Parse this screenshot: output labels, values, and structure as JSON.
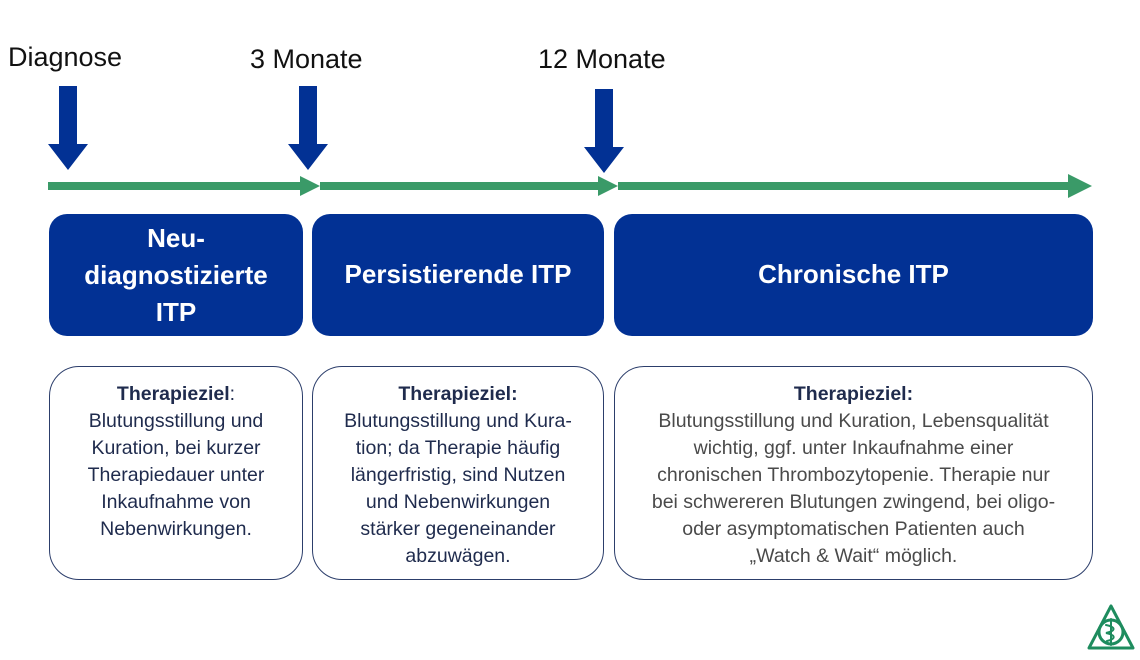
{
  "colors": {
    "phase_fill": "#023194",
    "arrow_fill": "#023194",
    "timeline": "#3a9a68",
    "logo": "#1e8c5e"
  },
  "milestones": [
    {
      "label": "Diagnose"
    },
    {
      "label": "3 Monate"
    },
    {
      "label": "12 Monate"
    }
  ],
  "phases": [
    {
      "label": "Neu-diagnostizierte ITP",
      "lines": [
        "Neu-",
        "diagnostizierte",
        "ITP"
      ]
    },
    {
      "label": "Persistierende ITP"
    },
    {
      "label": "Chronische ITP"
    }
  ],
  "goals": [
    {
      "title": "Therapieziel",
      "title_suffix": ":",
      "lines": [
        "Blutungsstillung und",
        "Kuration, bei kurzer",
        "Therapiedauer unter",
        "Inkaufnahme von",
        "Nebenwirkungen."
      ]
    },
    {
      "title": "Therapieziel:",
      "lines": [
        "Blutungsstillung und Kura-",
        "tion; da Therapie häufig",
        "längerfristig, sind Nutzen",
        "und Nebenwirkungen",
        "stärker gegeneinander",
        "abzuwägen."
      ]
    },
    {
      "title": "Therapieziel:",
      "lines": [
        "Blutungsstillung und Kuration, Lebensqualität",
        "wichtig, ggf. unter Inkaufnahme einer",
        "chronischen Thrombozytopenie. Therapie nur",
        "bei schwereren Blutungen zwingend, bei oligo-",
        "oder asymptomatischen Patienten auch",
        "„Watch & Wait“ möglich."
      ]
    }
  ],
  "logo": {
    "icon": "caduceus-triangle-logo-icon"
  }
}
